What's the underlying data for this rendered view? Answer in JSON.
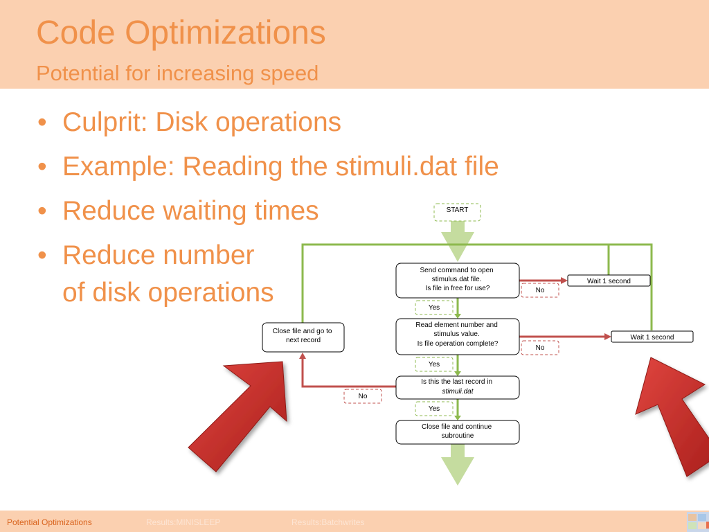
{
  "slide": {
    "title": "Code Optimizations",
    "subtitle": "Potential for increasing speed"
  },
  "bullets": [
    {
      "lines": [
        "Culprit: Disk operations"
      ]
    },
    {
      "lines": [
        "Example: Reading the stimuli.dat file"
      ]
    },
    {
      "lines": [
        "Reduce waiting times"
      ]
    },
    {
      "lines": [
        "Reduce number",
        "of disk operations"
      ]
    }
  ],
  "flowchart": {
    "start": "START",
    "box1": [
      "Send command to open",
      "stimulus.dat file.",
      "Is file in free for use?"
    ],
    "box2": [
      "Read element number and",
      "stimulus value.",
      "Is file operation complete?"
    ],
    "box3": [
      "Is this the last record in",
      "stimuli.dat"
    ],
    "box4": [
      "Close file and continue",
      "subroutine"
    ],
    "close_box": [
      "Close file and go to",
      "next record"
    ],
    "wait1": "Wait 1 second",
    "wait2": "Wait 1 second",
    "yes1": "Yes",
    "yes2": "Yes",
    "yes3": "Yes",
    "no1": "No",
    "no2": "No",
    "no3": "No"
  },
  "footer": {
    "item1": "Potential Optimizations",
    "item2": "Results:MINISLEEP",
    "item3": "Results:Batchwrites"
  },
  "colors": {
    "accent": "#f0914a",
    "header_bg": "#fbd0b0",
    "flow_green": "#8db94e",
    "flow_red": "#c0504d",
    "arrow_red": "#c8302c"
  }
}
